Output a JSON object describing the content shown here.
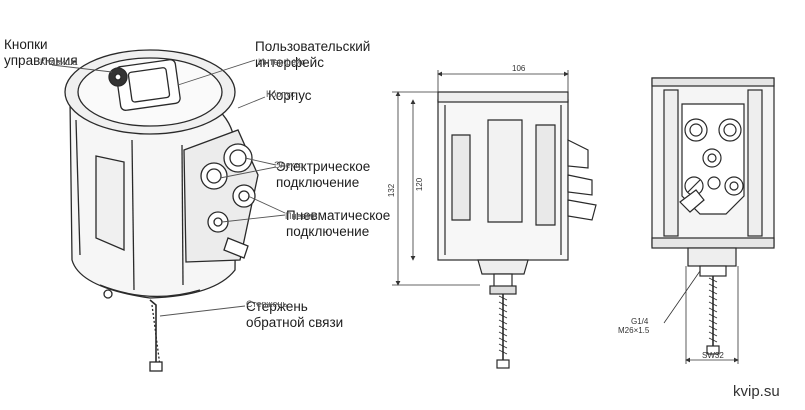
{
  "callouts": {
    "controls": "Кнопки\nуправления",
    "user_interface": "Пользовательский\nинтерфейс",
    "housing": "Корпус",
    "electrical": "Электрическое\nподключение",
    "pneumatic": "Пневматическое\nподключение",
    "feedback_rod": "Стержень\nобратной связи"
  },
  "overprint": {
    "controls": "Клавиша",
    "user_interface": "Интерфейс",
    "housing": "Корпус",
    "electrical": "Электр",
    "pneumatic": "Пневмо",
    "feedback_rod": "Стержень"
  },
  "dimensions": {
    "width": "106",
    "height_inner": "120",
    "height_outer": "132",
    "thread_1": "G1/4",
    "thread_2": "M26×1.5",
    "wrench": "SW32"
  },
  "watermark": "kvip.su",
  "colors": {
    "line": "#2a2a2a",
    "fill": "#f4f4f4",
    "text": "#1d1d1d"
  }
}
